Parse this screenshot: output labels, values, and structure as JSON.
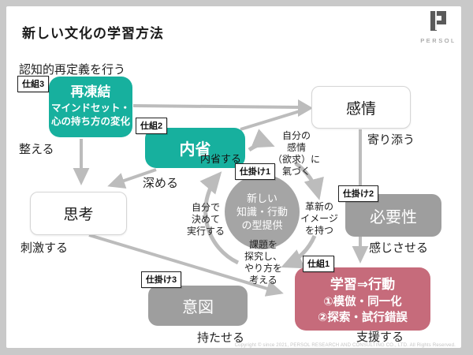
{
  "title": "新しい文化の学習方法",
  "logo": {
    "brand": "PERSOL"
  },
  "labels": {
    "cognitive": "認知的再定義を行う",
    "totonoeru": "整える",
    "fukameru": "深める",
    "yorisou": "寄り添う",
    "shigeki": "刺激する",
    "kanjisaseru": "感じさせる",
    "motaseru": "持たせる",
    "shien": "支援する",
    "naiseisuru": "内省する"
  },
  "badges": {
    "shikumi3": "仕組3",
    "shikumi2": "仕組2",
    "shikumi1": "仕組1",
    "shikake1": "仕掛け1",
    "shikake2": "仕掛け2",
    "shikake3": "仕掛け3"
  },
  "boxes": {
    "refreeze": {
      "title": "再凍結",
      "lines": [
        "マインドセット・",
        "心の持ち方の変化"
      ]
    },
    "naisei": {
      "title": "内省"
    },
    "kanjo": {
      "title": "感情"
    },
    "shiko": {
      "title": "思考"
    },
    "hitsuyosei": {
      "title": "必要性"
    },
    "ito": {
      "title": "意図"
    },
    "gakushu": {
      "title": "学習⇒行動",
      "lines": [
        "①模倣・同一化",
        "②探索・試行錯誤"
      ]
    }
  },
  "circle": {
    "lines": [
      "新しい",
      "知識・行動",
      "の型提供"
    ]
  },
  "floating": {
    "selfemotion": [
      "自分の",
      "感情",
      "（欲求）に",
      "氣づく"
    ],
    "kakushin": [
      "革新の",
      "イメージ",
      "を持つ"
    ],
    "jibunde": [
      "自分で",
      "決めて",
      "実行する"
    ],
    "kadai": [
      "課題を",
      "探究し、",
      "やり方を",
      "考える"
    ]
  },
  "footer": {
    "copyright": "Copyright © since 2021, PERSOL RESEARCH AND CONSULTING CO., LTD. All Rights Reserved."
  },
  "colors": {
    "teal": "#17b09e",
    "pink": "#c66b7b",
    "gray_box": "#9e9e9e",
    "circle": "#a5a5a5",
    "arrow": "#bcbcbc"
  }
}
